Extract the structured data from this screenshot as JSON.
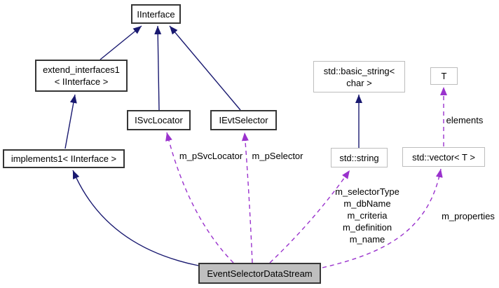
{
  "diagram": {
    "colors": {
      "inheritance_edge": "#191970",
      "usage_edge": "#9a32cd",
      "border_dark": "#363636",
      "border_light": "#bdbdbd",
      "current_fill": "#bfbfbf",
      "node_fill": "#ffffff",
      "background": "#ffffff",
      "text": "#000000"
    },
    "nodes": {
      "iinterface": {
        "label": "IInterface"
      },
      "extend_interfaces1": {
        "line1": "extend_interfaces1",
        "line2": "< IInterface >"
      },
      "implements1": {
        "label": "implements1< IInterface >"
      },
      "isvclocator": {
        "label": "ISvcLocator"
      },
      "ievtselector": {
        "label": "IEvtSelector"
      },
      "basic_string": {
        "line1": "std::basic_string<",
        "line2": "char >"
      },
      "t": {
        "label": "T"
      },
      "std_string": {
        "label": "std::string"
      },
      "std_vector": {
        "label": "std::vector< T >"
      },
      "event_selector_data_stream": {
        "label": "EventSelectorDataStream"
      }
    },
    "edge_labels": {
      "m_pSvcLocator": "m_pSvcLocator",
      "m_pSelector": "m_pSelector",
      "string_members": [
        "m_selectorType",
        "m_dbName",
        "m_criteria",
        "m_definition",
        "m_name"
      ],
      "m_properties": "m_properties",
      "elements": "elements"
    }
  }
}
